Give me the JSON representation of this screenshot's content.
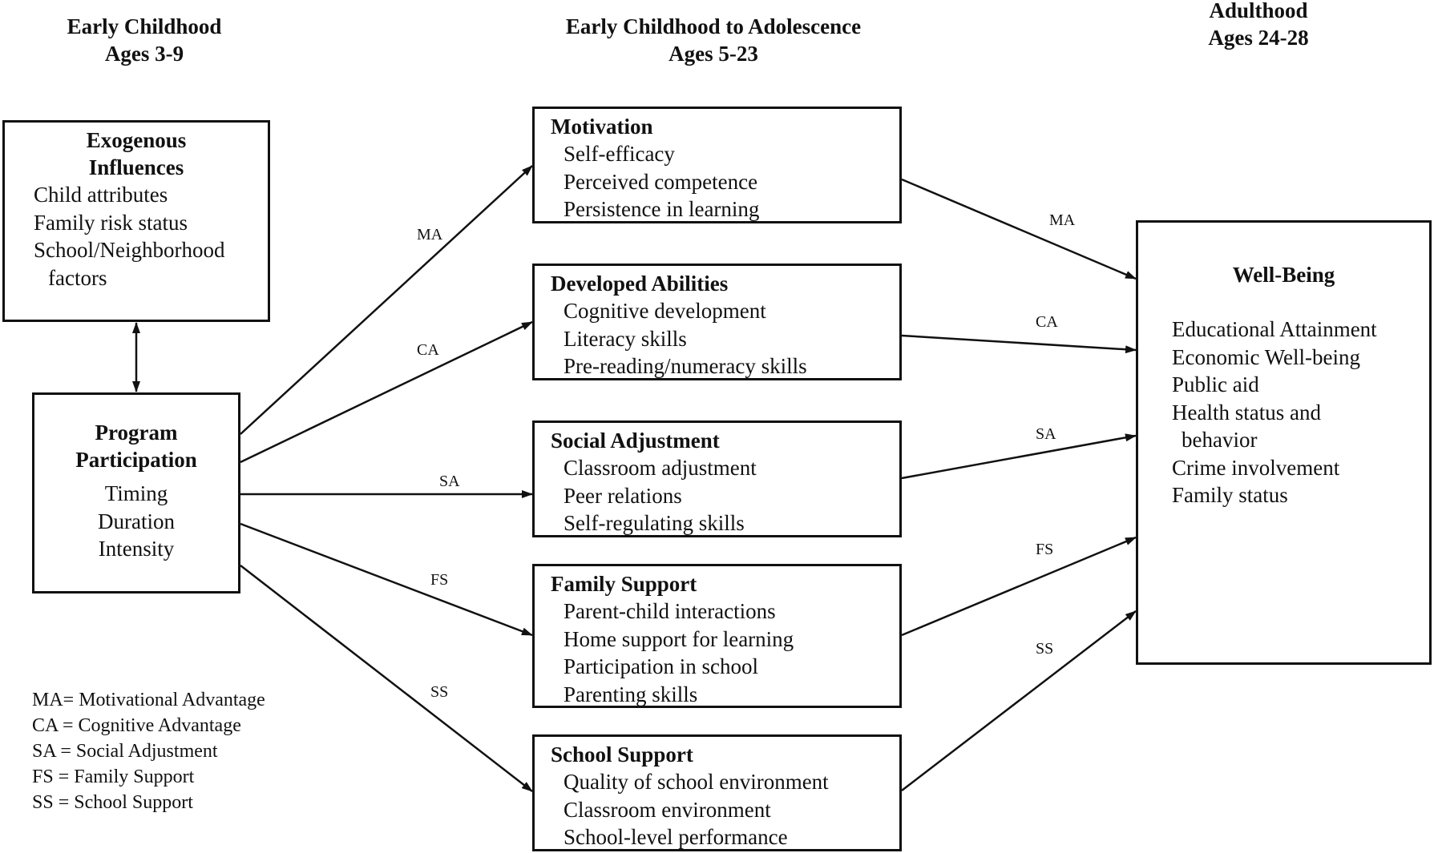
{
  "stages": [
    {
      "line1": "Early Childhood",
      "line2": "Ages 3-9"
    },
    {
      "line1": "Early Childhood to Adolescence",
      "line2": "Ages 5-23"
    },
    {
      "line1": "Adulthood",
      "line2": "Ages 24-28"
    }
  ],
  "exogenous": {
    "title1": "Exogenous",
    "title2": "Influences",
    "items": [
      "Child attributes",
      "Family risk status",
      "School/Neighborhood",
      "factors"
    ]
  },
  "program": {
    "title1": "Program",
    "title2": "Participation",
    "items": [
      "Timing",
      "Duration",
      "Intensity"
    ]
  },
  "mediators": [
    {
      "title": "Motivation",
      "items": [
        "Self-efficacy",
        "Perceived competence",
        "Persistence in learning"
      ]
    },
    {
      "title": "Developed Abilities",
      "items": [
        "Cognitive development",
        "Literacy skills",
        "Pre-reading/numeracy skills"
      ]
    },
    {
      "title": "Social Adjustment",
      "items": [
        "Classroom adjustment",
        "Peer relations",
        "Self-regulating skills"
      ]
    },
    {
      "title": "Family Support",
      "items": [
        "Parent-child interactions",
        "Home support for learning",
        "Participation in school",
        "Parenting skills"
      ]
    },
    {
      "title": "School Support",
      "items": [
        "Quality of school environment",
        "Classroom environment",
        "School-level performance"
      ]
    }
  ],
  "wellbeing": {
    "title": "Well-Being",
    "items": [
      "Educational Attainment",
      "Economic Well-being",
      "Public aid",
      "Health status and",
      "behavior",
      "Crime involvement",
      "Family status"
    ]
  },
  "path_labels": {
    "left": [
      "MA",
      "CA",
      "SA",
      "FS",
      "SS"
    ],
    "right": [
      "MA",
      "CA",
      "SA",
      "FS",
      "SS"
    ]
  },
  "legend": [
    "MA= Motivational Advantage",
    "CA = Cognitive Advantage",
    "SA = Social Adjustment",
    "FS = Family Support",
    "SS = School Support"
  ]
}
